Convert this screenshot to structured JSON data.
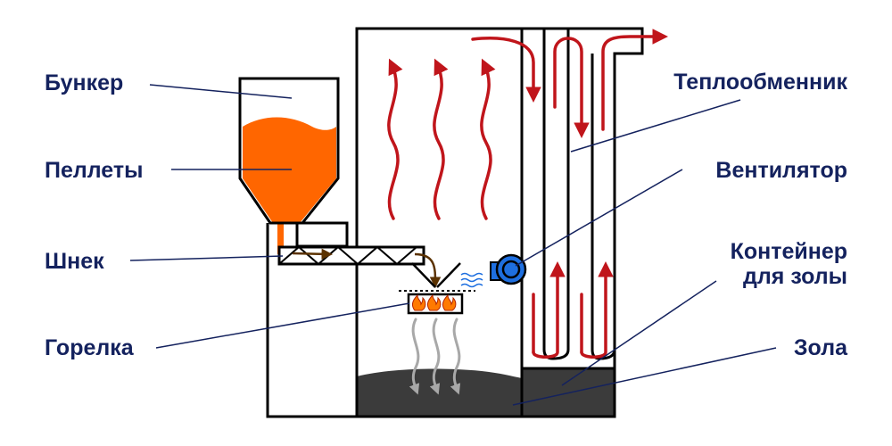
{
  "labels": {
    "hopper": "Бункер",
    "pellets": "Пеллеты",
    "auger": "Шнек",
    "burner": "Горелка",
    "heat_exchanger": "Теплообменник",
    "fan": "Вентилятор",
    "ash_container_line1": "Контейнер",
    "ash_container_line2": "для золы",
    "ash": "Зола"
  },
  "colors": {
    "label_text": "#14225e",
    "leader_line": "#14225e",
    "pellets": "#ff6600",
    "hot_gas_arrow": "#c0151b",
    "ash": "#3b3b3b",
    "fan": "#1e6fe0",
    "smoke": "#a8a8a8",
    "flame": "#ff7a00",
    "auger_feed_arrow": "#5b3200"
  },
  "icons": {
    "fan": "fan-icon",
    "flames": "flame-icon"
  }
}
